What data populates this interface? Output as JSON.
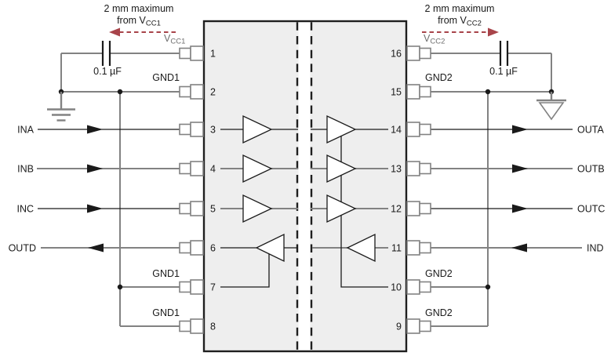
{
  "colors": {
    "accent_red": "#a8444a",
    "wire_gray": "#828282",
    "chip_fill": "#eeeeee",
    "line_black": "#1a1a1a"
  },
  "annotations": {
    "left": {
      "line1": "2 mm maximum",
      "line2_prefix": "from V",
      "line2_sub": "CC1"
    },
    "right": {
      "line1": "2 mm maximum",
      "line2_prefix": "from V",
      "line2_sub": "CC2"
    }
  },
  "capacitors": {
    "left_value": "0.1 µF",
    "right_value": "0.1 µF"
  },
  "pin_labels": {
    "vcc1_prefix": "V",
    "vcc1_sub": "CC1",
    "vcc2_prefix": "V",
    "vcc2_sub": "CC2",
    "gnd1": "GND1",
    "gnd2": "GND2"
  },
  "signals": {
    "left": [
      "INA",
      "INB",
      "INC",
      "OUTD"
    ],
    "right": [
      "OUTA",
      "OUTB",
      "OUTC",
      "IND"
    ]
  },
  "pin_numbers": {
    "left": [
      "1",
      "2",
      "3",
      "4",
      "5",
      "6",
      "7",
      "8"
    ],
    "right": [
      "16",
      "15",
      "14",
      "13",
      "12",
      "11",
      "10",
      "9"
    ]
  }
}
